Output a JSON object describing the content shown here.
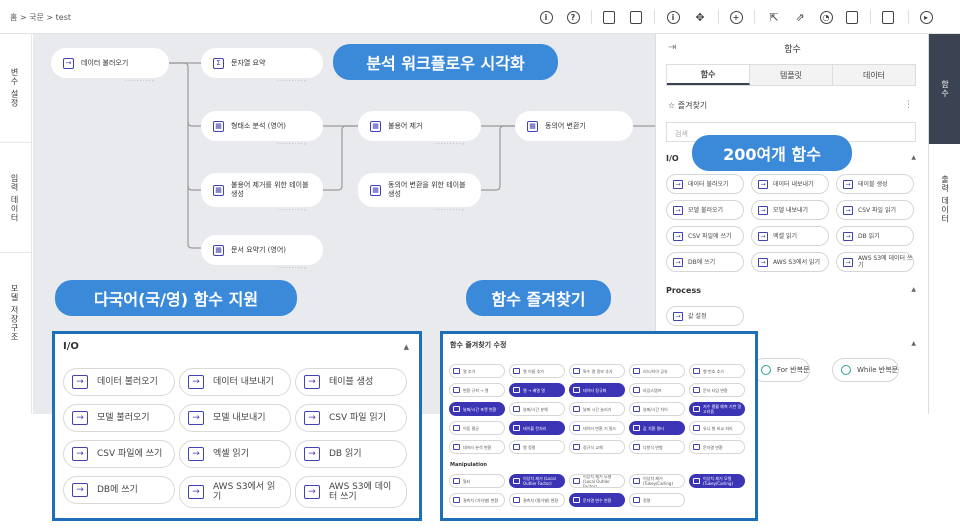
{
  "breadcrumb": "홈 > 국문 > test",
  "left_sidebar": {
    "items": [
      "변수 설정",
      "입력 데이터",
      "모델 저장구조"
    ]
  },
  "toolbar_icons": [
    "info-icon",
    "help-icon",
    "doc-icon",
    "copy-icon",
    "info-circle-icon",
    "move-icon",
    "zoom-icon",
    "export-icon",
    "share-icon",
    "timer-icon",
    "clipboard-icon",
    "save-icon",
    "play-icon"
  ],
  "canvas": {
    "nodes": {
      "load_data": "데이터 불러오기",
      "summary": "문자열 요약",
      "morph": "형태소 분석 (영어)",
      "stopword": "불용어 제거",
      "synonym": "동의어 변환기",
      "stopword_table": "불용어 제거를 위한 테이블 생성",
      "synonym_table": "동의어 변환을 위한 테이블 생성",
      "doc_summary": "문서 요약기 (영어)"
    }
  },
  "callouts": {
    "workflow": "분석 워크플로우 시각화",
    "functions_200": "200여개 함수",
    "multilang": "다국어(국/영) 함수 지원",
    "favorites": "함수 즐겨찾기"
  },
  "panel": {
    "title": "함수",
    "tabs": [
      "함수",
      "템플릿",
      "데이터"
    ],
    "favorites_label": "즐겨찾기",
    "search_placeholder": "검색",
    "io_section": "I/O",
    "io_items": [
      "데이터 불러오기",
      "데이터 내보내기",
      "테이블 생성",
      "모델 불러오기",
      "모델 내보내기",
      "CSV 파일 읽기",
      "CSV 파일에 쓰기",
      "엑셀 읽기",
      "DB 읽기",
      "DB에 쓰기",
      "AWS S3에서 읽기",
      "AWS S3에 데이터 쓰기"
    ],
    "process_section": "Process",
    "process_item": "값 설정",
    "loops": [
      "For 반복문",
      "While 반복문"
    ],
    "side_tabs": [
      "함수",
      "출력 데이터"
    ]
  },
  "io_zoom": {
    "header": "I/O",
    "items": [
      "데이터 불러오기",
      "데이터 내보내기",
      "테이블 생성",
      "모델 불러오기",
      "모델 내보내기",
      "CSV 파일 읽기",
      "CSV 파일에 쓰기",
      "엑셀 읽기",
      "DB 읽기",
      "DB에 쓰기",
      "AWS S3에서 읽기",
      "AWS S3에 데이터 쓰기"
    ]
  },
  "fav_zoom": {
    "header": "함수 즐겨찾기 수정",
    "manipulation_label": "Manipulation",
    "top_items": [
      {
        "label": "열 추가",
        "on": false
      },
      {
        "label": "열 이름 추가",
        "on": false
      },
      {
        "label": "특수 열 정보 추가",
        "on": false
      },
      {
        "label": "리드/타이 공유",
        "on": false
      },
      {
        "label": "행 번호 추가",
        "on": false
      },
      {
        "label": "변환 규칙 → 열",
        "on": false
      },
      {
        "label": "열 → 배열 열",
        "on": true
      },
      {
        "label": "데이터 정규화",
        "on": true
      },
      {
        "label": "타임스탬프",
        "on": false
      },
      {
        "label": "문자 타입 변환",
        "on": false
      },
      {
        "label": "날짜/시간 포맷 변환",
        "on": true
      },
      {
        "label": "날짜/시간 분해",
        "on": false
      },
      {
        "label": "날짜 시간 늘리기",
        "on": false
      },
      {
        "label": "날짜/시간 차이",
        "on": false
      },
      {
        "label": "지수 평활 예측 기반 알고리즘",
        "on": true
      },
      {
        "label": "이동 평균",
        "on": false
      },
      {
        "label": "테이블 전처리",
        "on": true
      },
      {
        "label": "데이터 변환 기 필드",
        "on": false
      },
      {
        "label": "값 치환 필터",
        "on": true
      },
      {
        "label": "유니 형 비교 처리",
        "on": false
      },
      {
        "label": "데이터 분석 변환",
        "on": false
      },
      {
        "label": "열 정렬",
        "on": false
      },
      {
        "label": "정규식 교체",
        "on": false
      },
      {
        "label": "다항식 변형",
        "on": false
      },
      {
        "label": "문자열 변환",
        "on": false
      }
    ],
    "bottom_items": [
      {
        "label": "필터",
        "on": false
      },
      {
        "label": "이상치 제거 (Local Outlier Factor)",
        "on": true
      },
      {
        "label": "이상치 제거 모델 (Local Outlier Factor)",
        "on": false
      },
      {
        "label": "이상치 제거 (Tukey/Carling)",
        "on": false
      },
      {
        "label": "이상치 제거 모델 (Tukey/Carling)",
        "on": true
      },
      {
        "label": "결측치 (가치별) 변환",
        "on": false
      },
      {
        "label": "결측치 (평가별) 변환",
        "on": false
      },
      {
        "label": "문자열 변수 변환",
        "on": true
      },
      {
        "label": "정렬",
        "on": false
      }
    ]
  },
  "colors": {
    "accent": "#3b8ad9",
    "box_border": "#1f6fb8",
    "highlight": "#3b34b5",
    "dark_tab": "#3b4251",
    "icon": "#4242b5"
  }
}
